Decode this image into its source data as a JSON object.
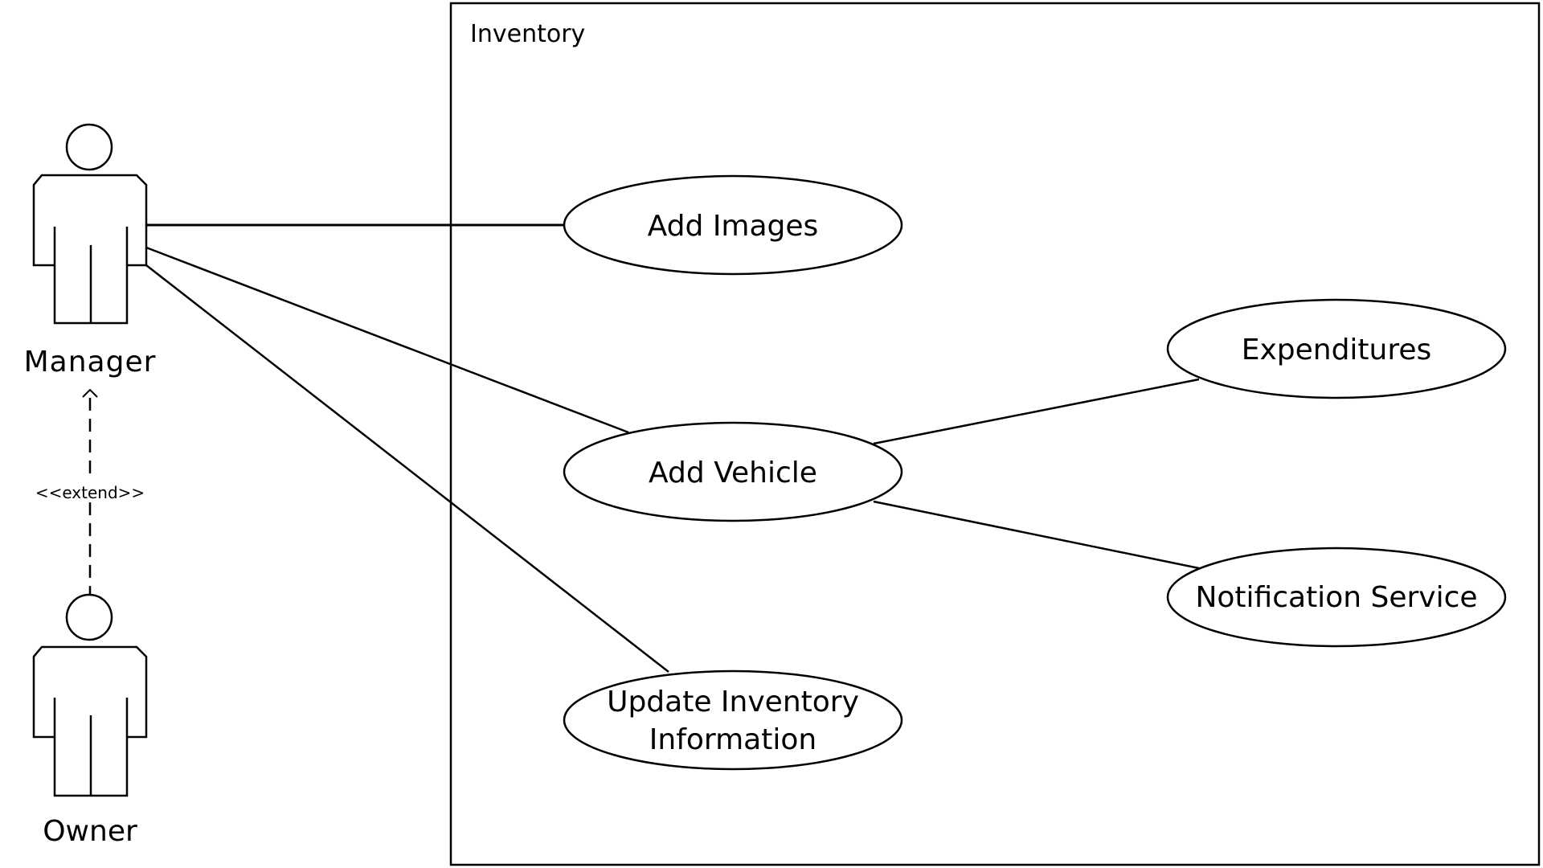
{
  "diagram": {
    "type": "UML use case diagram",
    "system_boundary": {
      "label": "Inventory"
    },
    "actors": [
      {
        "id": "manager",
        "label": "Manager"
      },
      {
        "id": "owner",
        "label": "Owner"
      }
    ],
    "use_cases": [
      {
        "id": "add-images",
        "label": "Add Images"
      },
      {
        "id": "expenditures",
        "label": "Expenditures"
      },
      {
        "id": "add-vehicle",
        "label": "Add Vehicle"
      },
      {
        "id": "notification-service",
        "label": "Notification Service"
      },
      {
        "id": "update-inventory",
        "label_line1": "Update Inventory",
        "label_line2": "Information"
      }
    ],
    "relationships": [
      {
        "from": "manager",
        "to": "add-images",
        "kind": "association"
      },
      {
        "from": "manager",
        "to": "add-vehicle",
        "kind": "association"
      },
      {
        "from": "manager",
        "to": "update-inventory",
        "kind": "association"
      },
      {
        "from": "add-vehicle",
        "to": "expenditures",
        "kind": "association"
      },
      {
        "from": "add-vehicle",
        "to": "notification-service",
        "kind": "association"
      },
      {
        "from": "owner",
        "to": "manager",
        "kind": "extend",
        "label": "<<extend>>"
      }
    ]
  }
}
